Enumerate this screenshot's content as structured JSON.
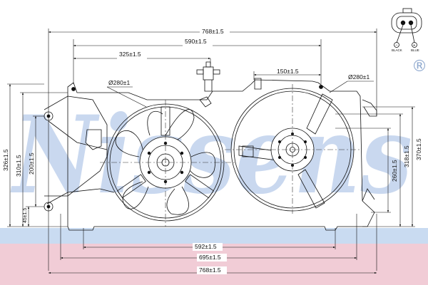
{
  "brand": {
    "watermark": "Nissens",
    "registered": "®",
    "watermark_color": "#c9d8ef",
    "band_blue": "#c9dbf1",
    "band_pink": "#f1ccd6"
  },
  "connector": {
    "minus": "−",
    "plus": "+",
    "wire_1": "BLACK",
    "wire_2": "BLUE"
  },
  "dimensions": {
    "top_overall": "768±1.5",
    "top_590": "590±1.5",
    "top_325": "325±1.5",
    "right_150": "150±1.5",
    "dia_left": "Ø280±1",
    "dia_right": "Ø280±1",
    "bottom_592": "592±1.5",
    "bottom_695": "695±1.5",
    "bottom_overall": "768±1.5",
    "left_326": "326±1.5",
    "left_310": "310±1.5",
    "left_200": "200±1.5",
    "left_45": "45±1.5",
    "right_260": "260±1.5",
    "right_318": "318±1.5",
    "right_370": "370±1.5"
  },
  "colors": {
    "line": "#111111",
    "center_line": "#333333"
  }
}
